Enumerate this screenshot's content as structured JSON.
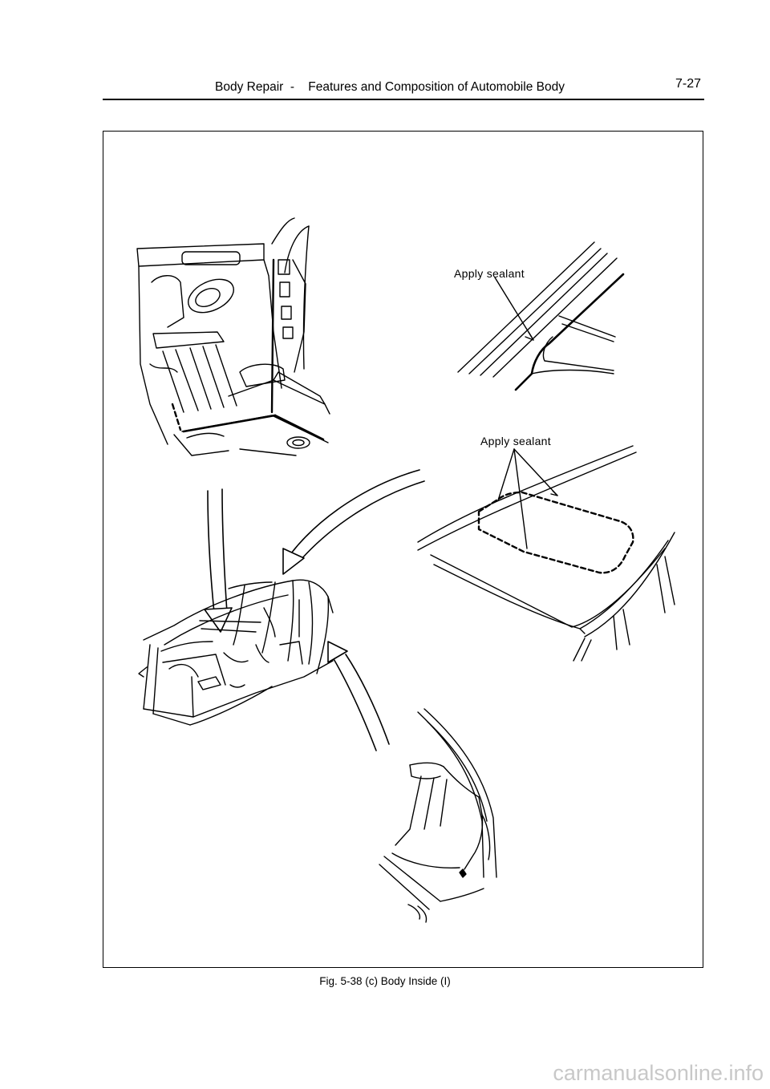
{
  "header": {
    "title": "Body Repair  -    Features and Composition of Automobile Body",
    "page_number": "7-27"
  },
  "figure": {
    "callouts": [
      "Apply sealant",
      "Apply sealant"
    ],
    "caption": "Fig. 5-38 (c)  Body Inside (I)"
  },
  "watermark": "carmanualsonline.info"
}
